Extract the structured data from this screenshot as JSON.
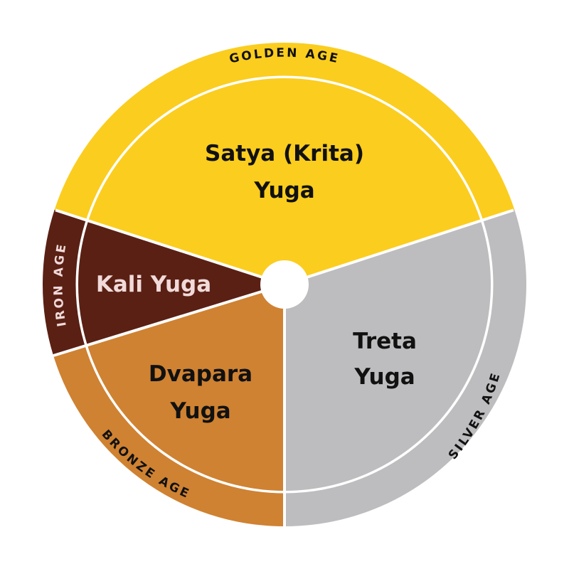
{
  "colors": {
    "golden": "#fbcd1e",
    "silver": "#bdbcbe",
    "bronze": "#cf8232",
    "iron": "#5a2014",
    "divider": "#ffffff",
    "text_dark": "#111111",
    "text_light": "#f1dada"
  },
  "ages": {
    "golden": {
      "ring_label": "GOLDEN AGE",
      "yuga_line1": "Satya (Krita)",
      "yuga_line2": "Yuga"
    },
    "silver": {
      "ring_label": "SILVER AGE",
      "yuga_line1": "Treta",
      "yuga_line2": "Yuga"
    },
    "bronze": {
      "ring_label": "BRONZE AGE",
      "yuga_line1": "Dvapara",
      "yuga_line2": "Yuga"
    },
    "iron": {
      "ring_label": "IRON AGE",
      "yuga_line1": "Kali Yuga"
    }
  }
}
